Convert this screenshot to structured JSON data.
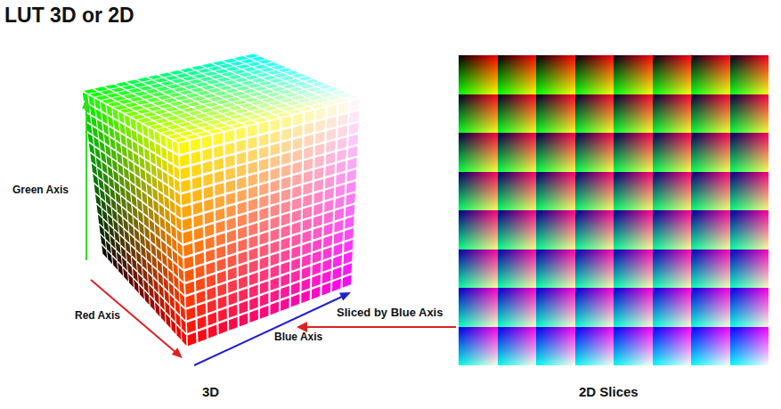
{
  "diagram": {
    "title": "LUT 3D or 2D",
    "labels": [
      "Green Axis",
      "Red Axis",
      "Blue Axis",
      "Sliced by Blue Axis",
      "3D",
      "2D Slices"
    ]
  }
}
